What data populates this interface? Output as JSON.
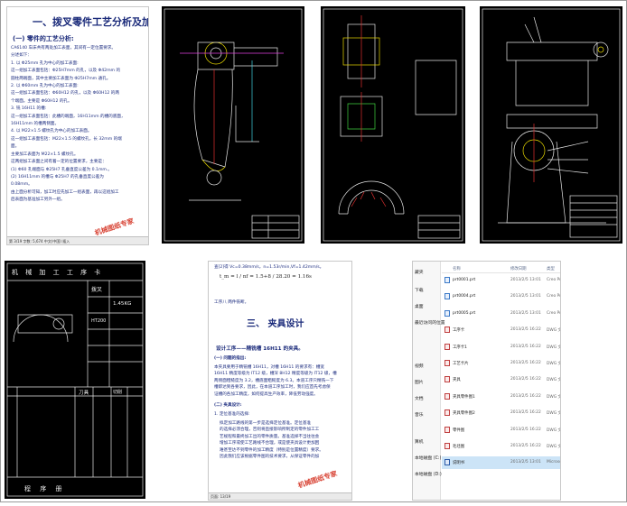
{
  "doc1": {
    "title": "一、拨叉零件工艺分析及加工",
    "section": "(一)  零件的工艺分析:",
    "lines": [
      "CA6140 车床共有两处加工表面，其间有一定位置要求。",
      "分述如下：",
      "1.  以 Φ25mm 孔为中心的加工表面:",
      "这一组加工表面包括：Φ25H7mm 的孔，以及 Φ42mm 的",
      "圆柱两端面，其中主要加工表面为 Φ25H7mm 通孔。",
      "2.  以 Φ60mm 孔为中心的加工表面:",
      "这一组加工表面包括：Φ60H12 的孔，以及 Φ60H12 的两",
      "个端面。主要是 Φ60H12 的孔。",
      "3.  铣 16H11 的槽:",
      "这一组加工表面包括：此槽的端面，16H11mm 的槽的底面，",
      "16H11mm 的槽两侧面。",
      "4.  以 M22×1.5 螺纹孔为中心的加工表面。",
      "这一组加工表面包括：M22×1.5 的螺纹孔，长 32mm 的端",
      "面。",
      "主要加工表面为 M22×1.5 螺纹孔。",
      "这两组加工表面之间有着一定的位置要求，主要是：",
      "(1)  Φ60 孔端面与 Φ25H7 孔垂直度公差为 0.1mm.。",
      "(2)  16H11mm 的槽与 Φ25H7 的孔垂直度公差为",
      "0.08mm。",
      "由上面分析可知，加工时应先加工一组表面，再以这组加工",
      "后表面为基准加工另外一组。"
    ],
    "status": "第 3/19   字数: 5,674   中文(中国)   插入",
    "stamp": "机械图纸专家"
  },
  "card": {
    "title": "机 械 加 工 工 序 卡",
    "label_a": "拨叉",
    "label_b": "1.45KG",
    "label_c": "HT200",
    "label_d": "刀具",
    "label_e": "切削",
    "bottom": "程 序 册"
  },
  "doc2": {
    "line1": "查[2]得  Vc=0.38mm/s，n=1.53r/min,Vf=1.42mm/s。",
    "formula": "t_m = l / nf = 1.5+8 / 28.20 = 1.16s",
    "line2": "工序八  两件铣断。",
    "heading": "三、  夹具设计",
    "bold": "设计工序——精铣槽 16H11 的夹具。",
    "sub1": "(一)  问题的指出:",
    "p1": [
      "本夹具要用于精铣槽 16H11，对槽 16H11 的要求有：槽宽",
      "16H11 精度等级为 IT12 级，槽深 8H12 精度等级为 IT12 级，槽",
      "两侧面粗糙度为 3.2，槽底面粗糙度为 6.3。本道工序只精铣一下",
      "槽即达到各要求，因此，在本道工序加工时，我们应首先考虑保",
      "证槽的各加工精度，如何提高生产效率，降低劳动强度。"
    ],
    "sub2": "(二)  夹具设计:",
    "sub3": "1.  定位基准的选择:",
    "p2": [
      "拟定加工路线的第一步是选择定位基准。定位基准",
      "的选择必须合理，否则将直接影响所制定的零件加工工",
      "艺规程和最终加工出的零件质量。基准选择不当往往会",
      "增加工序或使工艺路线不合理，或是使夹具设计更加困",
      "难甚至达不到零件的加工精度（特别是位置精度）要求。",
      "因此我们应该根据零件图的技术要求，从保证零件的加"
    ],
    "footer": "页面: 13/19",
    "stamp": "机械图纸专家"
  },
  "explorer": {
    "nav": [
      "藏夹",
      "下载",
      "桌面",
      "最近访问的位置",
      "视频",
      "图片",
      "文档",
      "音乐",
      "算机",
      "本地磁盘 (C:)",
      "本地磁盘 (D:)"
    ],
    "columns": [
      "名称",
      "修改日期",
      "类型"
    ],
    "rows": [
      {
        "name": "prt0001.prt",
        "date": "2013/2/5 13:01",
        "type": "Creo Pro",
        "icon": "prt-file-icon"
      },
      {
        "name": "prt0004.prt",
        "date": "2013/2/5 13:01",
        "type": "Creo Pro",
        "icon": "prt-file-icon"
      },
      {
        "name": "prt0005.prt",
        "date": "2013/2/5 13:01",
        "type": "Creo Pro",
        "icon": "prt-file-icon"
      },
      {
        "name": "工序卡",
        "date": "2013/2/5 16:22",
        "type": "DWG 文件",
        "icon": "dwg-file-icon"
      },
      {
        "name": "工序卡1",
        "date": "2013/2/5 16:22",
        "type": "DWG 文件",
        "icon": "dwg-file-icon"
      },
      {
        "name": "工艺卡片",
        "date": "2013/2/5 16:22",
        "type": "DWG 文件",
        "icon": "dwg-file-icon"
      },
      {
        "name": "夹具",
        "date": "2013/2/5 16:22",
        "type": "DWG 文件",
        "icon": "dwg-file-icon"
      },
      {
        "name": "夹具零件图1",
        "date": "2013/2/5 16:22",
        "type": "DWG 文件",
        "icon": "dwg-file-icon"
      },
      {
        "name": "夹具零件图2",
        "date": "2013/2/5 16:22",
        "type": "DWG 文件",
        "icon": "dwg-file-icon"
      },
      {
        "name": "零件图",
        "date": "2013/2/5 16:22",
        "type": "DWG 文件",
        "icon": "dwg-file-icon"
      },
      {
        "name": "毛坯图",
        "date": "2013/2/5 16:22",
        "type": "DWG 文件",
        "icon": "dwg-file-icon"
      },
      {
        "name": "说明书",
        "date": "2013/2/5 13:01",
        "type": "Microso",
        "icon": "doc-file-icon"
      }
    ]
  }
}
